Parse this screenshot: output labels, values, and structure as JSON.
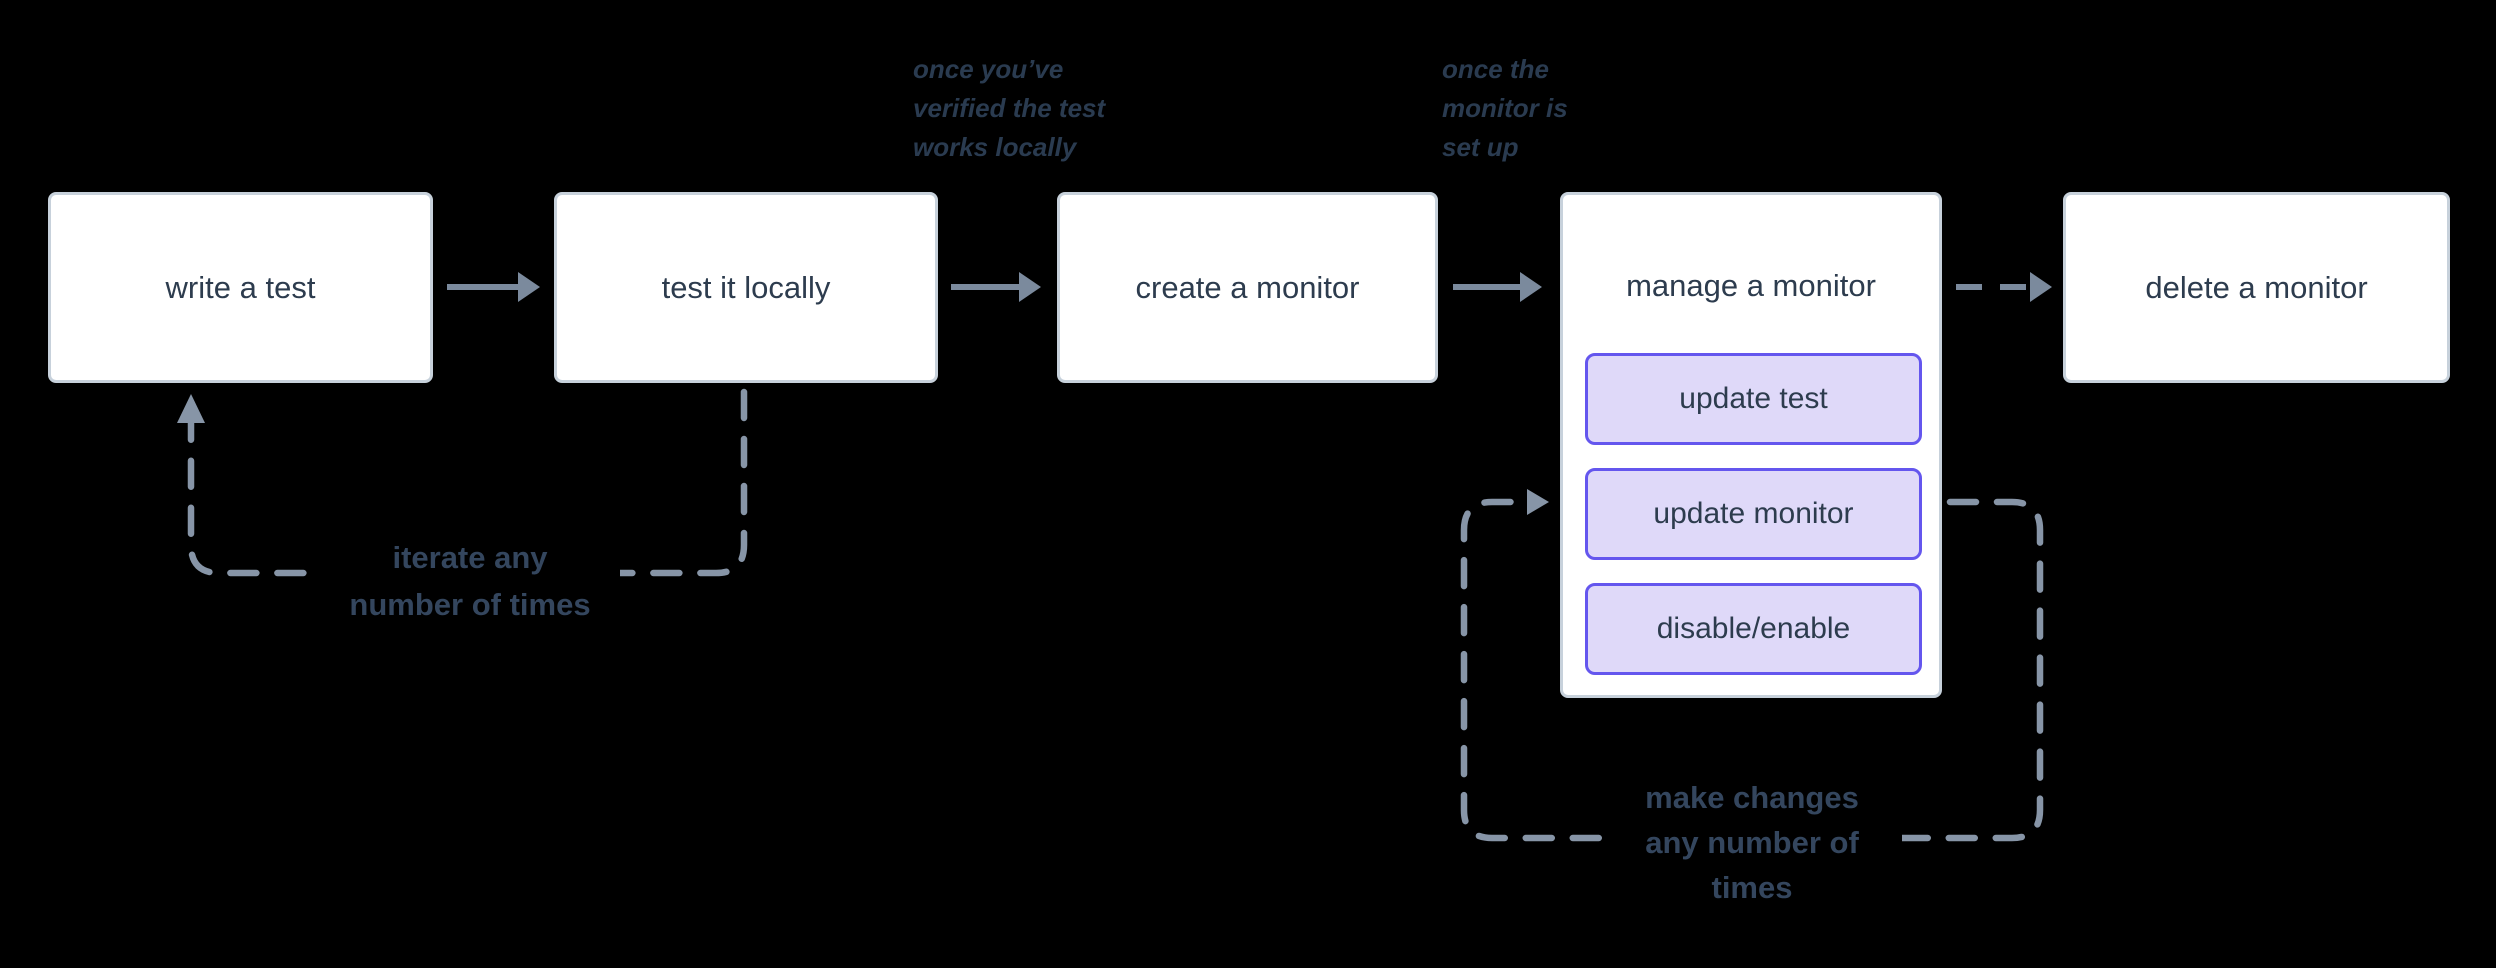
{
  "colors": {
    "background": "#000000",
    "node-fill": "#ffffff",
    "node-border": "#c7d1db",
    "node-text": "#2d3c4e",
    "arrow": "#7b8a9d",
    "loop": "#8795a7",
    "purple-border": "#6456ee",
    "purple-fill": "#dfd9f9",
    "loop-text": "#34465e",
    "annotation-text": "#2a3b50"
  },
  "nodes": {
    "write_test": {
      "label": "write a test"
    },
    "test_locally": {
      "label": "test it locally"
    },
    "create_monitor": {
      "label": "create a monitor"
    },
    "manage_monitor": {
      "label": "manage a monitor",
      "actions": {
        "update_test": {
          "label": "update test"
        },
        "update_monitor": {
          "label": "update monitor"
        },
        "disable_enable": {
          "label": "disable/enable"
        }
      }
    },
    "delete_monitor": {
      "label": "delete a monitor"
    }
  },
  "annotations": {
    "after_test_locally": {
      "text": "once you’ve\nverified the test\nworks locally"
    },
    "after_create_monitor": {
      "text": "once the\nmonitor is\nset up"
    },
    "iterate_loop": {
      "text": "iterate any\nnumber of times"
    },
    "changes_loop": {
      "text": "make changes\nany number of\ntimes"
    }
  },
  "edges": [
    {
      "from": "write a test",
      "to": "test it locally",
      "style": "solid"
    },
    {
      "from": "test it locally",
      "to": "create a monitor",
      "style": "solid"
    },
    {
      "from": "create a monitor",
      "to": "manage a monitor",
      "style": "solid"
    },
    {
      "from": "manage a monitor",
      "to": "delete a monitor",
      "style": "dashed"
    },
    {
      "from": "test it locally",
      "to": "write a test",
      "style": "dashed-loop",
      "label": "iterate any number of times"
    },
    {
      "from": "manage a monitor",
      "to": "manage a monitor",
      "style": "dashed-loop",
      "label": "make changes any number of times"
    }
  ]
}
